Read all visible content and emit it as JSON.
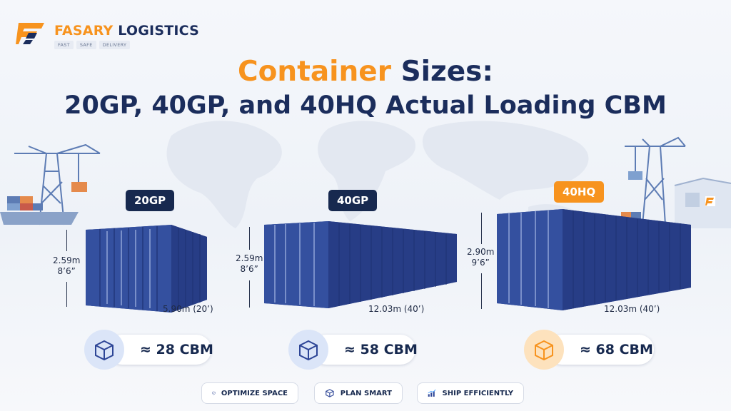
{
  "brand": {
    "name_part1": "FASARY",
    "name_part2": "LOGISTICS",
    "tags": [
      "FAST",
      "SAFE",
      "DELIVERY"
    ]
  },
  "title": {
    "highlight": "Container",
    "rest": "Sizes:",
    "line2": "20GP, 40GP, and 40HQ Actual Loading CBM"
  },
  "containers": [
    {
      "label": "20GP",
      "height_m": "2.59m",
      "height_ft": "8’6”",
      "length": "5.90m (20’)",
      "cbm": "≈ 28 CBM"
    },
    {
      "label": "40GP",
      "height_m": "2.59m",
      "height_ft": "8’6”",
      "length": "12.03m (40’)",
      "cbm": "≈ 58 CBM"
    },
    {
      "label": "40HQ",
      "height_m": "2.90m",
      "height_ft": "9’6”",
      "length": "12.03m (40’)",
      "cbm": "≈ 68 CBM"
    }
  ],
  "actions": [
    {
      "label": "OPTIMIZE SPACE",
      "icon": "shield-check-icon"
    },
    {
      "label": "PLAN SMART",
      "icon": "cube-icon"
    },
    {
      "label": "SHIP EFFICIENTLY",
      "icon": "bar-chart-icon"
    }
  ],
  "colors": {
    "navy": "#17294f",
    "orange": "#f7931e",
    "container_blue": "#2d4596"
  }
}
